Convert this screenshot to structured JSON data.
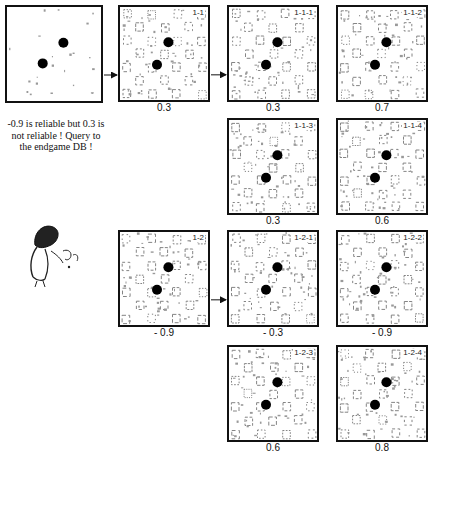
{
  "diagram": {
    "nodes": [
      {
        "text": [
          "1-1",
          "0.3"
        ]
      },
      {
        "text": [
          "1-1-1",
          "0.3"
        ]
      },
      {
        "text": [
          "1-1-2",
          "0.7"
        ]
      },
      {
        "text": [
          "1-1-3",
          "0.3"
        ]
      },
      {
        "text": [
          "1-1-4",
          "0.6"
        ]
      },
      {
        "text": [
          "1-2",
          "- 0.9"
        ]
      },
      {
        "text": [
          "1-2-1",
          "- 0.3"
        ]
      },
      {
        "text": [
          "1-2-2",
          "- 0.9"
        ]
      },
      {
        "text": [
          "1-2-3",
          "0.6"
        ]
      },
      {
        "text": [
          "1-2-4",
          "0.8"
        ]
      }
    ],
    "edges": [
      {
        "from": 0,
        "to": 1,
        "arrow": "to"
      },
      {
        "from": 5,
        "to": 6,
        "arrow": "to"
      }
    ],
    "labels": [
      "-0.9 is reliable but 0.3 is not reliable ! Query to the endgame DB !"
    ]
  }
}
